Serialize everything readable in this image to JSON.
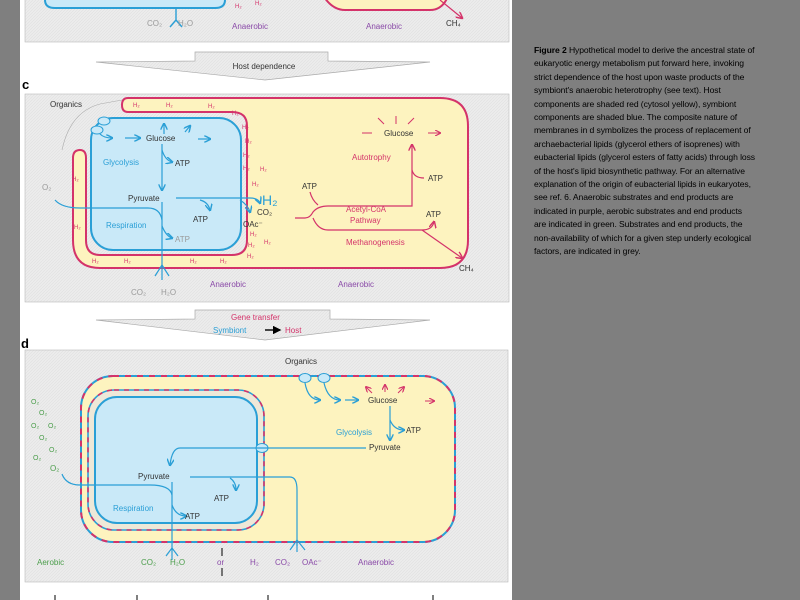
{
  "caption": {
    "figure_label": "Figure 2",
    "text": "Hypothetical model to derive the ancestral state of eukaryotic energy metabolism put forward here, invoking strict dependence of the host upon waste products of the symbiont's anaerobic heterotrophy (see text). Host components are shaded red (cytosol yellow), symbiont components are shaded blue. The composite nature of membranes in d symbolizes the process of replacement of archaebacterial lipids (glycerol ethers of isoprenes) with eubacterial lipids (glycerol esters of fatty acids) through loss of the host's lipid biosynthetic pathway. For an alternative explanation of the origin of eubacterial lipids in eukaryotes, see ref. 6. Anaerobic substrates and end products are indicated in purple, aerobic substrates and end products are indicated in green. Substrates and end products, the non-availability of which for a given step underly ecological factors, are indicated in grey."
  },
  "panel_b": {
    "co2": "CO₂",
    "h2o": "H₂O",
    "h2a": "H₂",
    "h2b": "H₂",
    "anaerobic_left": "Anaerobic",
    "anaerobic_right": "Anaerobic",
    "ch4": "CH₄"
  },
  "arrow1": {
    "label": "Host dependence"
  },
  "panel_c": {
    "label": "c",
    "organics": "Organics",
    "glucose": "Glucose",
    "glycolysis": "Glycolysis",
    "atp1": "ATP",
    "o2": "O₂",
    "pyruvate": "Pyruvate",
    "atp2": "ATP",
    "respiration": "Respiration",
    "atp3": "ATP",
    "co2": "CO₂",
    "h2o": "H₂O",
    "anaerobic_left": "Anaerobic",
    "anaerobic_right": "Anaerobic",
    "h2_big": "H₂",
    "co2_out": "CO₂",
    "oac": "OAc⁻",
    "atp_host": "ATP",
    "acetyl": "Acetyl-CoA",
    "pathway": "Pathway",
    "autotrophy": "Autotrophy",
    "glucose_host": "Glucose",
    "atp_auto": "ATP",
    "atp_meth": "ATP",
    "methanogenesis": "Methanogenesis",
    "ch4": "CH₄",
    "h2": [
      "H₂",
      "H₂",
      "H₂",
      "H₂",
      "H₂",
      "H₂",
      "H₂",
      "H₂",
      "H₂",
      "H₂",
      "H₂",
      "H₂",
      "H₂",
      "H₂",
      "H₂",
      "H₂",
      "H₂",
      "H₂",
      "H₂",
      "H₂"
    ]
  },
  "arrow2": {
    "label": "Gene transfer",
    "from": "Symbiont",
    "to": "Host"
  },
  "panel_d": {
    "label": "d",
    "organics": "Organics",
    "glucose": "Glucose",
    "glycolysis": "Glycolysis",
    "atp1": "ATP",
    "pyruvate_host": "Pyruvate",
    "pyruvate": "Pyruvate",
    "atp2": "ATP",
    "respiration": "Respiration",
    "atp3": "ATP",
    "o2": [
      "O₂",
      "O₂",
      "O₂",
      "O₂",
      "O₂",
      "O₂",
      "O₂",
      "O₂"
    ],
    "aerobic": "Aerobic",
    "co2": "CO₂",
    "h2o": "H₂O",
    "or": "or",
    "h2": "H₂",
    "co2_b": "CO₂",
    "oac": "OAc⁻",
    "anaerobic": "Anaerobic"
  },
  "colors": {
    "host": "#d4336a",
    "symbiont": "#2a9fd6",
    "cytosol": "#fdf3bf",
    "symbiont_fill": "#c9e9f8",
    "anaerobic": "#8a4aa8",
    "aerobic": "#4c9e4c",
    "unavailable": "#9a9a9a"
  }
}
